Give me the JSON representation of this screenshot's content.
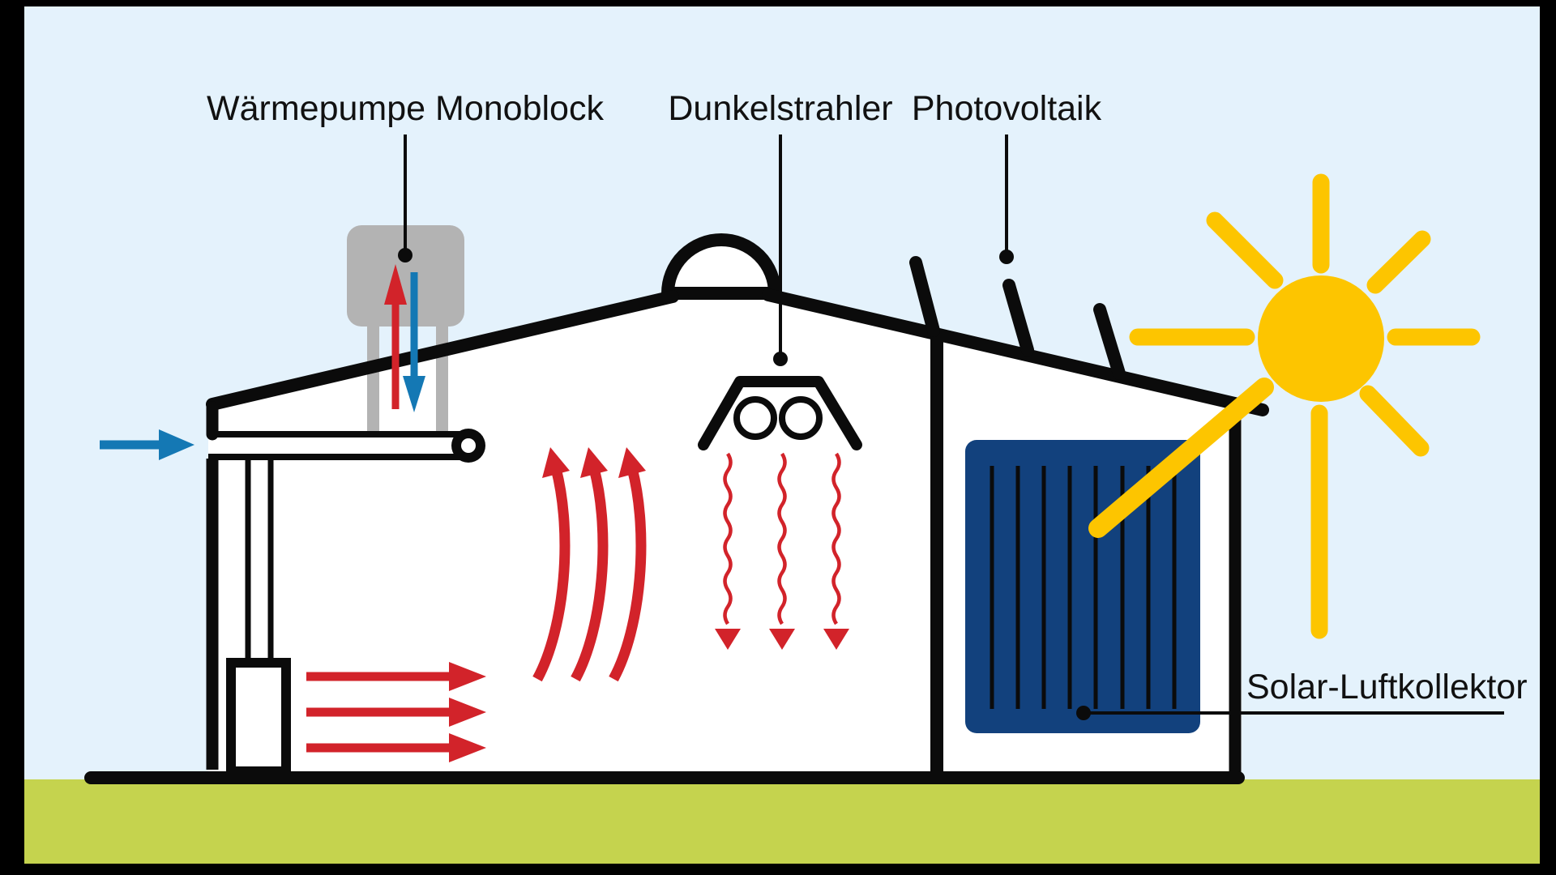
{
  "diagram": {
    "type": "industrial-hall-heating-systems-schematic",
    "labels": {
      "heat_pump": "Wärmepumpe Monoblock",
      "radiant_heater": "Dunkelstrahler",
      "photovoltaic": "Photovoltaik",
      "solar_air_collector": "Solar-Luftkollektor"
    },
    "icons": [
      "sun-icon",
      "heat-pump-unit-icon",
      "radiant-heater-icon",
      "pv-panel-icon",
      "solar-air-collector-icon",
      "air-flow-arrow-icon"
    ],
    "colors": {
      "frame_black": "#000000",
      "sky": "#e4f2fc",
      "ground_green": "#c5d34e",
      "outline": "#0b0b0b",
      "red": "#d2232a",
      "blue": "#1478b4",
      "collector_blue": "#12417d",
      "sun_yellow": "#fdc500",
      "unit_gray": "#b3b3b3",
      "interior_white": "#ffffff",
      "label_text": "#111111"
    }
  }
}
